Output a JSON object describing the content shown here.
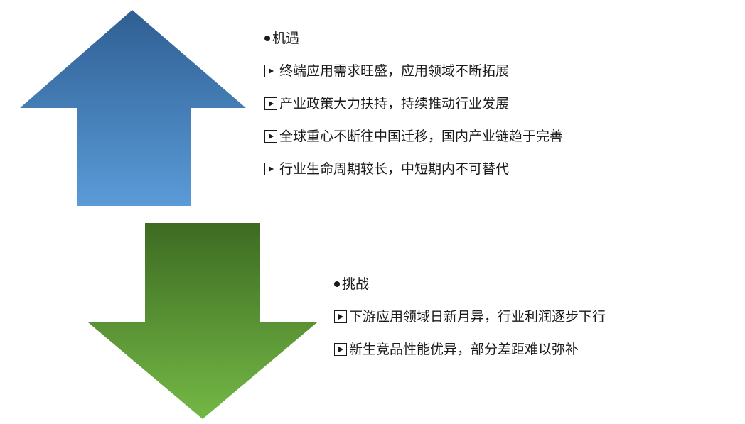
{
  "colors": {
    "up_arrow_top": "#2f5f93",
    "up_arrow_bottom": "#5a9bd8",
    "down_arrow_top": "#3d6b22",
    "down_arrow_bottom": "#74b845",
    "text": "#1a1a1a"
  },
  "icons": {
    "heading_bullet": "filled-circle",
    "item_bullet": "boxed-play-triangle"
  },
  "opportunities": {
    "title": "机遇",
    "items": [
      "终端应用需求旺盛，应用领域不断拓展",
      "产业政策大力扶持，持续推动行业发展",
      "全球重心不断往中国迁移，国内产业链趋于完善",
      "行业生命周期较长，中短期内不可替代"
    ]
  },
  "challenges": {
    "title": "挑战",
    "items": [
      "下游应用领域日新月异，行业利润逐步下行",
      "新生竞品性能优异，部分差距难以弥补"
    ]
  }
}
